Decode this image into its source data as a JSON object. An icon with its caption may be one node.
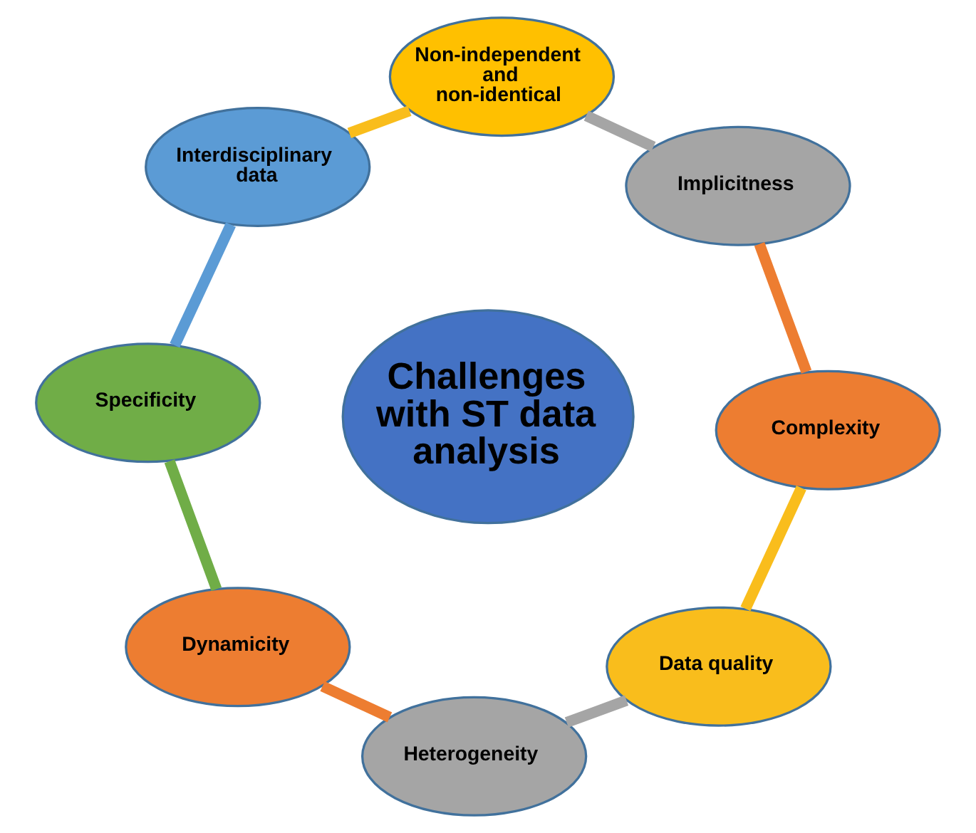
{
  "diagram": {
    "nodes": [
      {
        "text": [
          "Challenges with ST data analysis"
        ]
      },
      {
        "text": [
          "Complexity"
        ]
      },
      {
        "text": [
          "Implicitness"
        ]
      },
      {
        "text": [
          "Non-independent and non-identical"
        ]
      },
      {
        "text": [
          "Interdisciplinary data"
        ]
      },
      {
        "text": [
          "Specificity"
        ]
      },
      {
        "text": [
          "Dynamicity"
        ]
      },
      {
        "text": [
          "Heterogeneity"
        ]
      },
      {
        "text": [
          "Data quality"
        ]
      }
    ],
    "edges": [
      {
        "from": 1,
        "to": 2,
        "arrow": "none",
        "color": "#ed7d31"
      },
      {
        "from": 2,
        "to": 3,
        "arrow": "none",
        "color": "#a5a5a5"
      },
      {
        "from": 3,
        "to": 4,
        "arrow": "none",
        "color": "#f9bd1c"
      },
      {
        "from": 4,
        "to": 5,
        "arrow": "none",
        "color": "#5b9bd5"
      },
      {
        "from": 5,
        "to": 6,
        "arrow": "none",
        "color": "#70ad47"
      },
      {
        "from": 6,
        "to": 7,
        "arrow": "none",
        "color": "#ed7d31"
      },
      {
        "from": 7,
        "to": 8,
        "arrow": "none",
        "color": "#a5a5a5"
      },
      {
        "from": 8,
        "to": 1,
        "arrow": "none",
        "color": "#f9bd1c"
      }
    ]
  }
}
